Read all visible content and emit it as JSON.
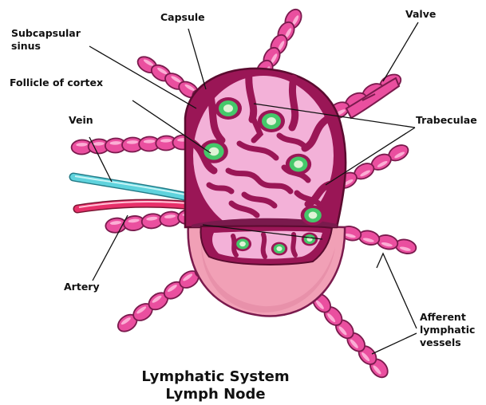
{
  "labels": {
    "capsule": "Capsule",
    "valve": "Valve",
    "subcapsular_sinus": [
      "Subcapsular",
      "sinus"
    ],
    "follicle_of_cortex": "Follicle of cortex",
    "vein": "Vein",
    "trabeculae": "Trabeculae",
    "artery": "Artery",
    "afferent_lymphatic_vessels": [
      "Afferent",
      "lymphatic",
      "vessels"
    ]
  },
  "caption": {
    "line1": "Lymphatic System",
    "line2": "Lymph Node"
  },
  "colors": {
    "vessel": "#ea4f9f",
    "vessel_outline": "#7a1a4d",
    "capsule_fill": "#f1a0b6",
    "capsule_shade": "#e48aa5",
    "cortex": "#f3b1d8",
    "tissue": "#9a1656",
    "follicle_outer": "#45c86a",
    "follicle_inner": "#dff3d6",
    "vein": "#5fd3dd",
    "artery": "#e8306a"
  }
}
